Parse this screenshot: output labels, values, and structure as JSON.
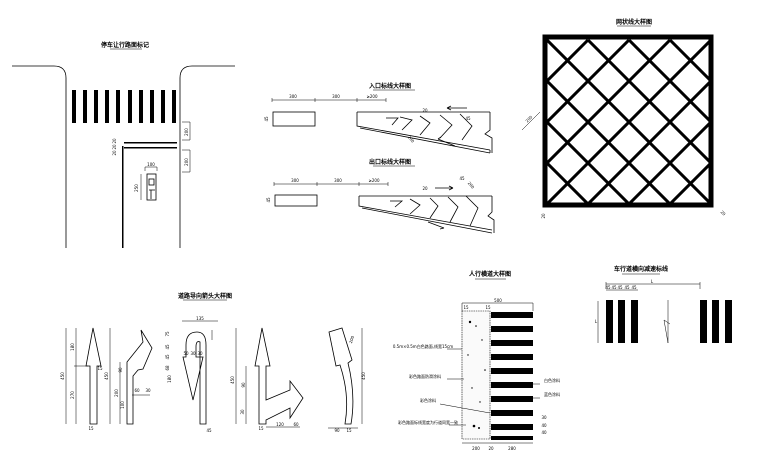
{
  "titles": {
    "stop_marking": "停车让行路面标记",
    "entrance": "入口标线大样图",
    "exit": "出口标线大样图",
    "grid": "网状线大样图",
    "arrows": "道路导向箭头大样图",
    "crosswalk": "人行横道大样图",
    "speed_bump": "车行道横向减速标线"
  },
  "stop_dims": [
    "200",
    "200",
    "20",
    "20",
    "20",
    "100",
    "250"
  ],
  "entrance_dims": [
    "300",
    "300",
    "≥200",
    "45",
    "20",
    "45",
    "200"
  ],
  "exit_dims": [
    "300",
    "300",
    "≥200",
    "45",
    "20",
    "45",
    "200"
  ],
  "grid_dims": [
    "200",
    "20",
    "20"
  ],
  "arrow_dims": [
    "450",
    "180",
    "270",
    "15",
    "15",
    "450",
    "90",
    "200",
    "100",
    "60",
    "30",
    "135",
    "50",
    "30",
    "30",
    "75",
    "45",
    "45",
    "68",
    "180",
    "45",
    "30",
    "450",
    "90",
    "120",
    "60",
    "15",
    "450",
    "90",
    "200",
    "15"
  ],
  "crosswalk": {
    "dims": [
      "500",
      "15",
      "15",
      "200",
      "20",
      "280",
      "40",
      "40",
      "30"
    ],
    "notes": [
      "0.5m×0.5m白色路面,线宽15cm",
      "彩色路面防滑涂料",
      "彩色涂料",
      "白色涂料",
      "蓝色涂料",
      "彩色路面标线宽度为行道同宽一致"
    ]
  },
  "speed_bump_dims": [
    "L",
    "45",
    "45",
    "45",
    "45",
    "45",
    "L"
  ]
}
